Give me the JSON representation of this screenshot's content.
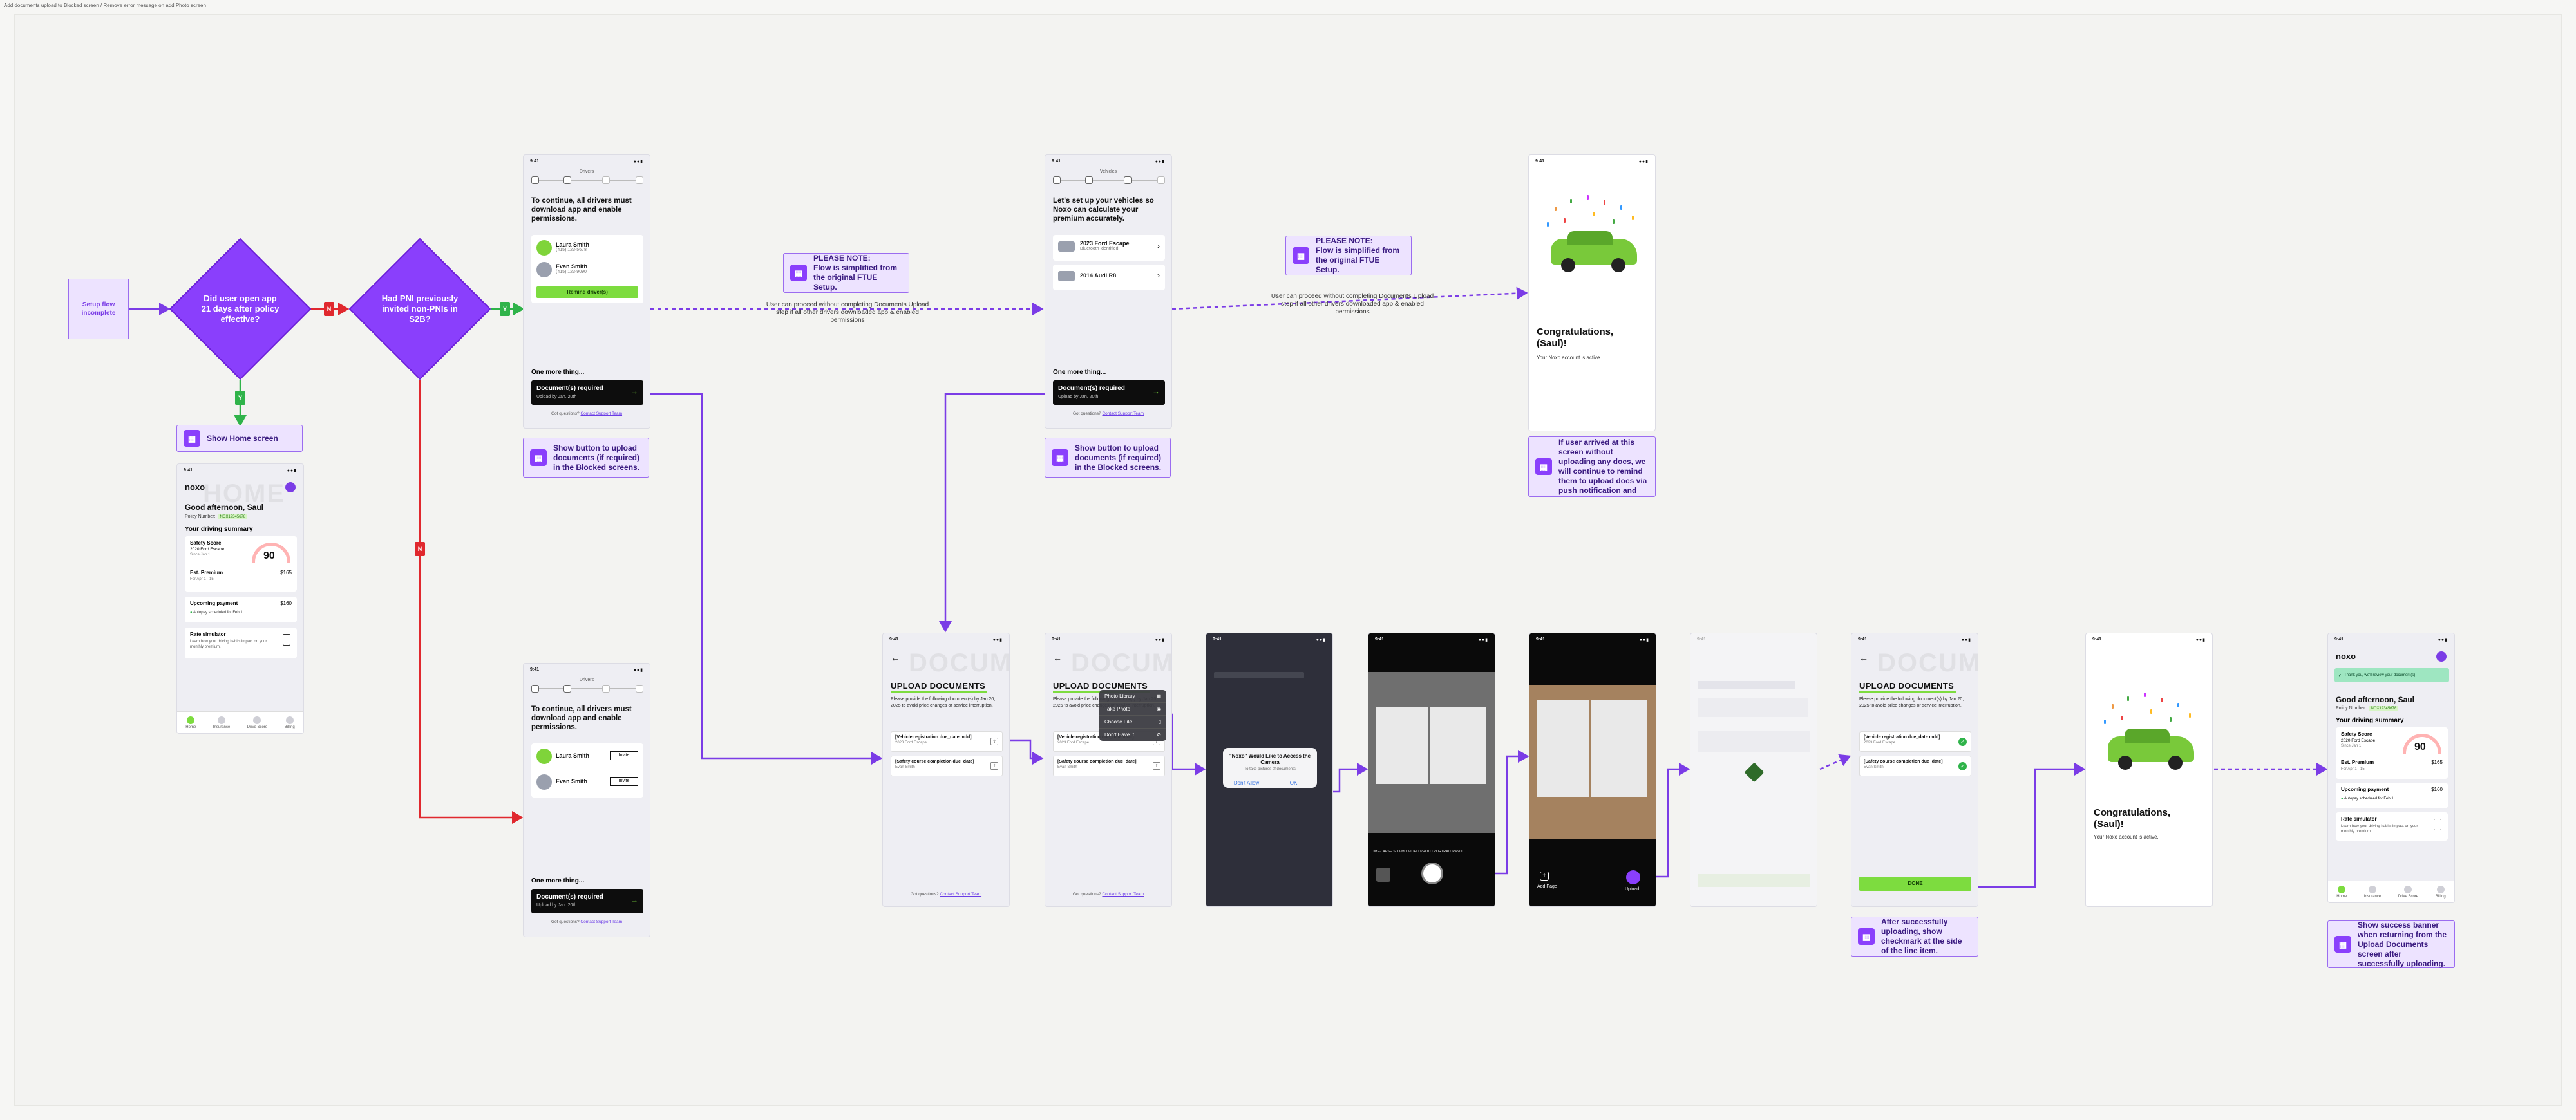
{
  "page_label": "Add documents upload to Blocked screen / Remove error message on add Photo screen",
  "start_node": "Setup flow incomplete",
  "decision_1": "Did user open app 21 days after policy effective?",
  "decision_2": "Had PNI previously invited non-PNIs in S2B?",
  "tags": {
    "yes": "Y",
    "no": "N"
  },
  "dashed_label_1": "User can proceed without completing Documents Upload step if all other drivers downloaded app & enabled permissions",
  "dashed_label_2": "User can proceed without completing Documents Upload step if all other drivers downloaded app & enabled permissions",
  "notes": {
    "home": "Show Home screen",
    "drivers": "Show button to upload documents (if required) in the Blocked screens.",
    "ftue_1": "PLEASE NOTE:\nFlow is simplified from the original FTUE Setup.",
    "vehicles": "Show button to upload documents (if required) in the Blocked screens.",
    "ftue_2": "PLEASE NOTE:\nFlow is simplified from the original FTUE Setup.",
    "congrats": "If user arrived at this screen without uploading any docs, we will continue to remind them to upload docs via push notification and",
    "checkmark": "After successfully uploading, show checkmark at the side of the line item.",
    "banner": "Show success banner when returning from the Upload Documents screen after successfully uploading."
  },
  "status_time": "9:41",
  "drivers_screen": {
    "title": "Drivers",
    "heading": "To continue, all drivers must download app and enable permissions.",
    "drivers": [
      {
        "name": "Laura Smith",
        "phone": "(415) 123-5678"
      },
      {
        "name": "Evan Smith",
        "phone": "(415) 123-9090"
      }
    ],
    "remind_button": "Remind driver(s)",
    "invite_button": "Invite",
    "one_more": "One more thing...",
    "docs_title": "Document(s) required",
    "docs_sub": "Upload by Jan. 20th",
    "footer_q": "Got questions?",
    "footer_link": "Contact Support Team"
  },
  "vehicles_screen": {
    "title": "Vehicles",
    "heading": "Let's set up your vehicles so Noxo can calculate your premium accurately.",
    "vehicles": [
      {
        "name": "2023 Ford Escape",
        "sub": "Bluetooth identified"
      },
      {
        "name": "2014 Audi R8",
        "sub": ""
      }
    ]
  },
  "upload_screen": {
    "heading": "UPLOAD DOCUMENTS",
    "body": "Please provide the following document(s) by Jan 20, 2025 to avoid price changes or service interruption.",
    "docs": [
      {
        "name": "[Vehicle registration due_date mdd]",
        "sub": "2023 Ford Escape"
      },
      {
        "name": "[Safety course completion due_date]",
        "sub": "Evan Smith"
      }
    ],
    "done_button": "DONE"
  },
  "photo_menu": [
    "Photo Library",
    "Take Photo",
    "Choose File",
    "Don't Have It"
  ],
  "camera_alert": {
    "title": "\"Noxo\" Would Like to Access the Camera",
    "sub": "To take pictures of documents",
    "deny": "Don't Allow",
    "ok": "OK"
  },
  "camera_modes": "TIME-LAPSE   SLO-MO   VIDEO   PHOTO   PORTRAIT   PANO",
  "review_screen": {
    "add_page": "Add Page",
    "upload": "Upload"
  },
  "congrats_screen": {
    "title": "Congratulations, (Saul)!",
    "sub": "Your Noxo account is active."
  },
  "home_screen": {
    "logo": "noxo",
    "greeting": "Good afternoon, Saul",
    "policy_label": "Policy Number:",
    "policy_num": "NOX12345678",
    "summary": "Your driving summary",
    "safety_label": "Safety Score",
    "safety_car": "2020 Ford Escape",
    "safety_note": "Since Jan 1",
    "score": "90",
    "premium_label": "Est. Premium",
    "premium_value": "$165",
    "premium_period": "For Apr 1 - 15",
    "payment_label": "Upcoming payment",
    "payment_value": "$160",
    "payment_note": "Autopay scheduled for Feb 1",
    "rate_label": "Rate simulator",
    "rate_note": "Learn how your driving habits impact on your monthly premium.",
    "tabs": [
      "Home",
      "Insurance",
      "Drive Score",
      "Billing"
    ],
    "banner": "Thank you, we'll review your document(s)"
  },
  "colors": {
    "purple": "#8a3ffc",
    "green": "#2fb34a",
    "red": "#e0282e",
    "accent": "#7ddc3f"
  }
}
